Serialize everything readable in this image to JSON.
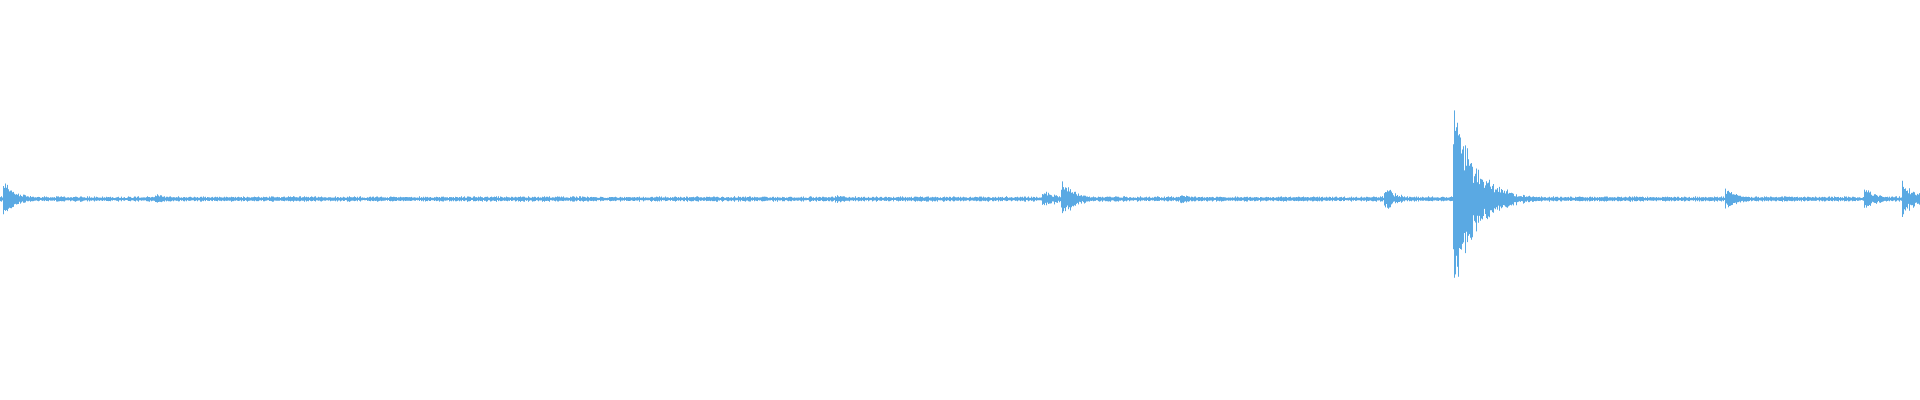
{
  "waveform": {
    "color": "#5aa9e3",
    "background": "#ffffff",
    "transients": [
      {
        "pos": 0.002,
        "amp": 0.18
      },
      {
        "pos": 0.081,
        "amp": 0.06
      },
      {
        "pos": 0.435,
        "amp": 0.05
      },
      {
        "pos": 0.543,
        "amp": 0.11
      },
      {
        "pos": 0.553,
        "amp": 0.2
      },
      {
        "pos": 0.615,
        "amp": 0.05
      },
      {
        "pos": 0.721,
        "amp": 0.13
      },
      {
        "pos": 0.757,
        "amp": 1.0
      },
      {
        "pos": 0.899,
        "amp": 0.12
      },
      {
        "pos": 0.971,
        "amp": 0.12
      },
      {
        "pos": 0.991,
        "amp": 0.2
      }
    ],
    "noise_floor": 0.02
  }
}
